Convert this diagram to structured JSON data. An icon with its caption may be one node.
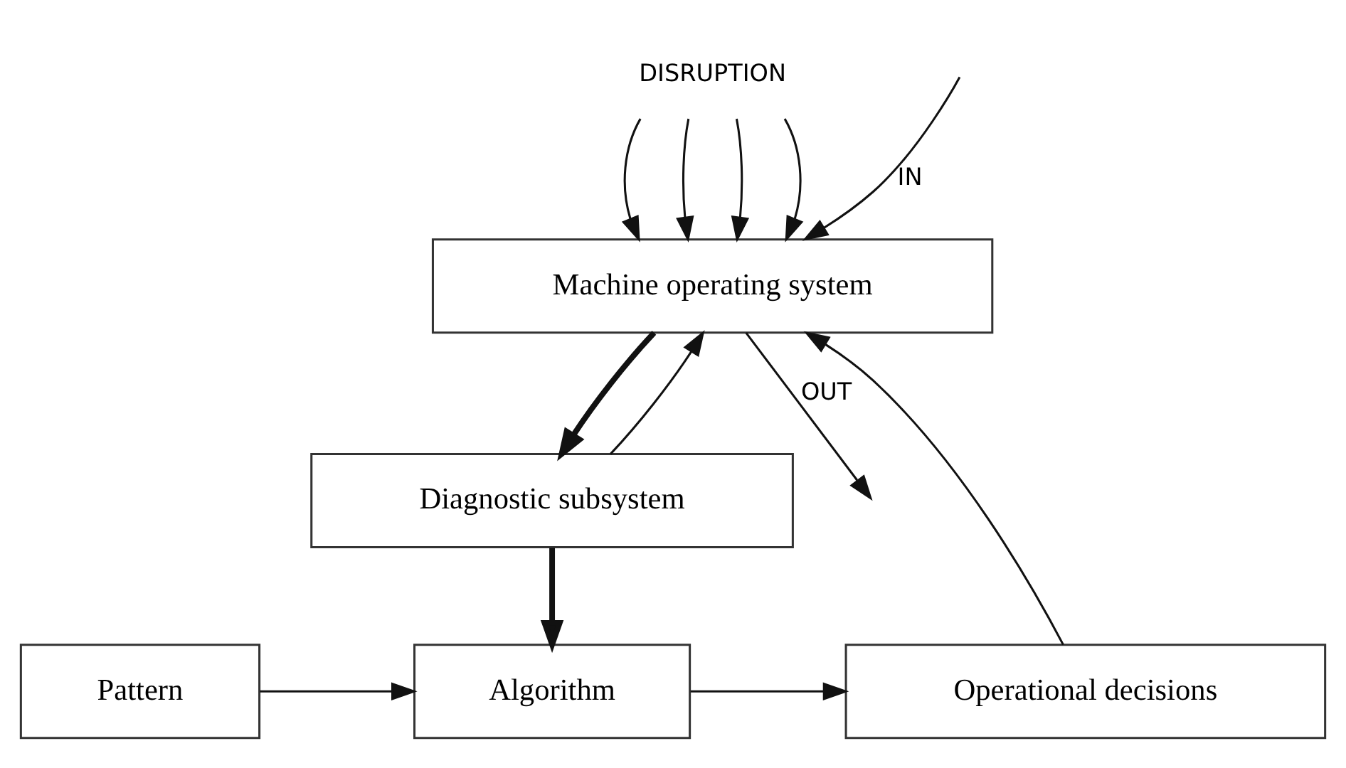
{
  "diagram": {
    "nodes": [
      {
        "text": [
          "DISRUPTION"
        ]
      },
      {
        "text": [
          "Machine operating system"
        ]
      },
      {
        "text": [
          "Diagnostic subsystem"
        ]
      },
      {
        "text": [
          "Algorithm"
        ]
      },
      {
        "text": [
          "Operational decisions"
        ]
      },
      {
        "text": [
          "Pattern"
        ]
      }
    ],
    "edges": [
      {
        "from": 0,
        "to": 1,
        "arrow": "to"
      },
      {
        "from": 0,
        "to": 1,
        "arrow": "to"
      },
      {
        "from": 0,
        "to": 1,
        "arrow": "to"
      },
      {
        "from": 0,
        "to": 1,
        "arrow": "to"
      },
      {
        "from": null,
        "to": 1,
        "arrow": "to",
        "label": "IN"
      },
      {
        "from": 1,
        "to": null,
        "arrow": "to",
        "label": "OUT"
      },
      {
        "from": 1,
        "to": 2,
        "arrow": "to",
        "style": "thick"
      },
      {
        "from": 2,
        "to": 1,
        "arrow": "to"
      },
      {
        "from": 2,
        "to": 3,
        "arrow": "to",
        "style": "thick"
      },
      {
        "from": 3,
        "to": 4,
        "arrow": "to"
      },
      {
        "from": 5,
        "to": 3,
        "arrow": "to"
      },
      {
        "from": 4,
        "to": 1,
        "arrow": "to"
      }
    ]
  }
}
